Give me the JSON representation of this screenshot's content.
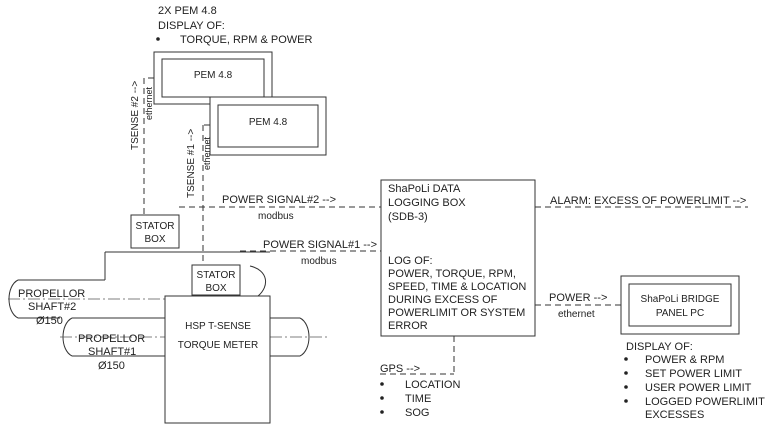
{
  "pem_header": {
    "title": "2X PEM 4.8",
    "subtitle": "DISPLAY OF:",
    "item": "TORQUE, RPM & POWER"
  },
  "pem_displays": [
    {
      "label": "PEM 4.8"
    },
    {
      "label": "PEM 4.8"
    }
  ],
  "tsense_labels": [
    {
      "label": "TSENSE #2 -->",
      "medium": "ethernet"
    },
    {
      "label": "TSENSE #1 -->",
      "medium": "ethernet"
    }
  ],
  "stator_boxes": [
    {
      "line1": "STATOR",
      "line2": "BOX"
    },
    {
      "line1": "STATOR",
      "line2": "BOX"
    }
  ],
  "power_signals": [
    {
      "label": "POWER SIGNAL#2 -->",
      "medium": "modbus"
    },
    {
      "label": "POWER SIGNAL#1 -->",
      "medium": "modbus"
    }
  ],
  "logging_box": {
    "title_lines": [
      "ShaPoLi DATA",
      "LOGGING BOX",
      "(SDB-3)"
    ],
    "log_lines": [
      "LOG OF:",
      "POWER, TORQUE, RPM,",
      "SPEED, TIME & LOCATION",
      "DURING EXCESS OF",
      "POWERLIMIT OR SYSTEM",
      "ERROR"
    ]
  },
  "alarm_label": "ALARM: EXCESS OF POWERLIMIT -->",
  "power_link": {
    "label": "POWER -->",
    "medium": "ethernet"
  },
  "bridge_pc": {
    "line1": "ShaPoLi BRIDGE",
    "line2": "PANEL PC"
  },
  "bridge_display": {
    "title": "DISPLAY OF:",
    "items": [
      "POWER & RPM",
      "SET POWER LIMIT",
      "USER POWER LIMIT",
      "LOGGED POWERLIMIT"
    ],
    "continuation": "EXCESSES"
  },
  "shafts": [
    {
      "line1": "PROPELLOR",
      "line2": "SHAFT#2",
      "diameter": "Ø150"
    },
    {
      "line1": "PROPELLOR",
      "line2": "SHAFT#1",
      "diameter": "Ø150"
    }
  ],
  "torque_meter": {
    "line1": "HSP T-SENSE",
    "line2": "TORQUE METER"
  },
  "gps": {
    "label": "GPS -->",
    "items": [
      "LOCATION",
      "TIME",
      "SOG"
    ]
  }
}
